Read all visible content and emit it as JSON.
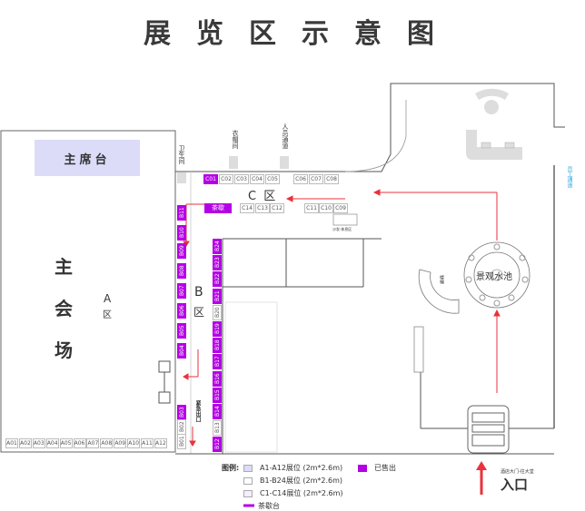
{
  "title": "展览区示意图",
  "colors": {
    "sold": "#b400e6",
    "arrow": "#e8323c",
    "podium": "#dcdcf8",
    "line": "#555555",
    "blue_label": "#2aa6e0"
  },
  "main_hall": {
    "podium_label": "主席台",
    "hall_label_chars": [
      "主",
      "会",
      "场"
    ],
    "zone_label": [
      "A",
      "区"
    ]
  },
  "zones": {
    "b_label": [
      "B",
      "区"
    ],
    "c_label": "C 区"
  },
  "facilities": {
    "restroom": "卫生间",
    "cloakroom": "衣帽间",
    "staff_passage": "人员通道",
    "tea_break": "茶歇",
    "emergency_exit": "紧急出口",
    "pond": "景观水池",
    "side_label": "员工通道",
    "entrance": "入口",
    "entrance_note": "酒店大门-往大堂",
    "stairs_label": "楼梯",
    "small_label": "沙发·休息区"
  },
  "booths_a": [
    "A01",
    "A02",
    "A03",
    "A04",
    "A05",
    "A06",
    "A07",
    "A08",
    "A09",
    "A10",
    "A11",
    "A12"
  ],
  "booths_c_top": [
    {
      "id": "C01",
      "sold": true
    },
    {
      "id": "C02",
      "sold": false
    },
    {
      "id": "C03",
      "sold": false
    },
    {
      "id": "C04",
      "sold": false
    },
    {
      "id": "C05",
      "sold": false
    },
    {
      "id": "C06",
      "sold": false
    },
    {
      "id": "C07",
      "sold": false
    },
    {
      "id": "C08",
      "sold": false
    }
  ],
  "booths_c_bottom": [
    {
      "id": "C14",
      "sold": false
    },
    {
      "id": "C13",
      "sold": false
    },
    {
      "id": "C12",
      "sold": false
    },
    {
      "id": "C11",
      "sold": false
    },
    {
      "id": "C10",
      "sold": false
    },
    {
      "id": "C09",
      "sold": false
    }
  ],
  "booths_b_left": [
    {
      "id": "B11",
      "sold": true
    },
    {
      "id": "B10",
      "sold": true
    },
    {
      "id": "B09",
      "sold": true
    },
    {
      "id": "B08",
      "sold": true
    },
    {
      "id": "B07",
      "sold": true
    },
    {
      "id": "B06",
      "sold": true
    },
    {
      "id": "B05",
      "sold": true
    },
    {
      "id": "B04",
      "sold": true
    },
    {
      "id": "B03",
      "sold": true
    },
    {
      "id": "B02",
      "sold": false
    },
    {
      "id": "B01",
      "sold": false
    }
  ],
  "booths_b_right": [
    {
      "id": "B24",
      "sold": true
    },
    {
      "id": "B23",
      "sold": true
    },
    {
      "id": "B22",
      "sold": true
    },
    {
      "id": "B21",
      "sold": true
    },
    {
      "id": "B20",
      "sold": false
    },
    {
      "id": "B19",
      "sold": true
    },
    {
      "id": "B18",
      "sold": true
    },
    {
      "id": "B17",
      "sold": true
    },
    {
      "id": "B16",
      "sold": true
    },
    {
      "id": "B15",
      "sold": true
    },
    {
      "id": "B14",
      "sold": true
    },
    {
      "id": "B13",
      "sold": false
    },
    {
      "id": "B12",
      "sold": true
    }
  ],
  "legend": {
    "title": "图例:",
    "items": [
      {
        "label": "A1-A12展位 (2m*2.6m)",
        "swatch": "#dcdcf8"
      },
      {
        "label": "B1-B24展位 (2m*2.6m)",
        "swatch": "#ffffff"
      },
      {
        "label": "C1-C14展位 (2m*2.6m)",
        "swatch": "#f6eefa"
      }
    ],
    "sold": "已售出",
    "tea_table": "茶歇台"
  }
}
